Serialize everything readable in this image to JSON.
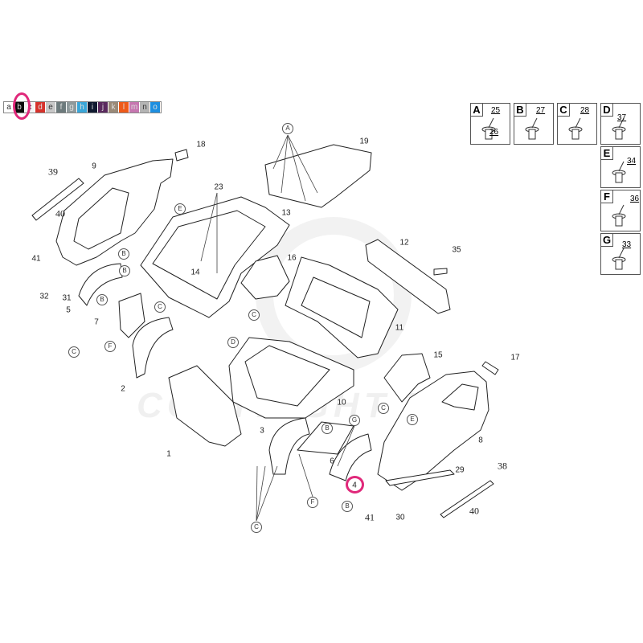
{
  "color_bar": {
    "selected": "b",
    "swatches": [
      {
        "letter": "a",
        "color": "#ffffff"
      },
      {
        "letter": "b",
        "color": "#0a0a0a"
      },
      {
        "letter": "c",
        "color": "#f4f4f4"
      },
      {
        "letter": "d",
        "color": "#d6322c"
      },
      {
        "letter": "e",
        "color": "#c8c8c8"
      },
      {
        "letter": "f",
        "color": "#6d7a7c"
      },
      {
        "letter": "g",
        "color": "#8f9a9c"
      },
      {
        "letter": "h",
        "color": "#3aa6d8"
      },
      {
        "letter": "i",
        "color": "#101a30"
      },
      {
        "letter": "j",
        "color": "#5a2a5e"
      },
      {
        "letter": "k",
        "color": "#9a8a78"
      },
      {
        "letter": "l",
        "color": "#ee5a1a"
      },
      {
        "letter": "m",
        "color": "#c677b0"
      },
      {
        "letter": "n",
        "color": "#b4b4b4"
      },
      {
        "letter": "o",
        "color": "#1e8fe0"
      }
    ]
  },
  "highlight_color": "#e0287a",
  "watermark": "COPYRIGHT FAP",
  "part_labels": [
    "9",
    "39",
    "40",
    "41",
    "18",
    "23",
    "13",
    "19",
    "12",
    "35",
    "16",
    "14",
    "32",
    "31",
    "5",
    "7",
    "2",
    "11",
    "15",
    "17",
    "10",
    "1",
    "3",
    "6",
    "8",
    "4",
    "29",
    "38",
    "30",
    "40",
    "41"
  ],
  "highlighted_part": "4",
  "callouts": [
    "A",
    "E",
    "B",
    "B",
    "B",
    "C",
    "C",
    "F",
    "D",
    "C",
    "G",
    "E",
    "F",
    "B",
    "C",
    "C",
    "B"
  ],
  "fastener_legend": [
    {
      "letter": "A",
      "parts": [
        "25",
        "26"
      ]
    },
    {
      "letter": "B",
      "parts": [
        "27"
      ]
    },
    {
      "letter": "C",
      "parts": [
        "28"
      ]
    },
    {
      "letter": "D",
      "parts": [
        "37"
      ]
    },
    {
      "letter": "E",
      "parts": [
        "34"
      ]
    },
    {
      "letter": "F",
      "parts": [
        "36"
      ]
    },
    {
      "letter": "G",
      "parts": [
        "33"
      ]
    }
  ]
}
